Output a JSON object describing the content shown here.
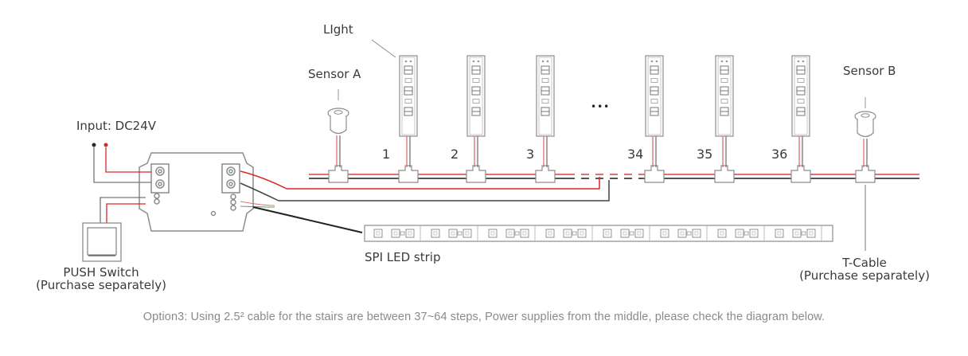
{
  "labels": {
    "light": "LIght",
    "sensor_a": "Sensor A",
    "sensor_b": "Sensor B",
    "input": "Input: DC24V",
    "push_switch_line1": "PUSH Switch",
    "push_switch_line2": "(Purchase separately)",
    "spi_strip": "SPI LED strip",
    "t_cable_line1": "T-Cable",
    "t_cable_line2": "(Purchase separately)",
    "ellipsis": "•••"
  },
  "step_lights": [
    {
      "number": "1"
    },
    {
      "number": "2"
    },
    {
      "number": "3"
    },
    {
      "number": "34"
    },
    {
      "number": "35"
    },
    {
      "number": "36"
    }
  ],
  "caption": "Option3: Using 2.5² cable for the stairs are between 37~64 steps, Power  supplies from the middle, please check the diagram below.",
  "colors": {
    "wire_red": "#d9262b",
    "wire_black": "#2b2b2b",
    "outline": "#8c8c8c",
    "caption_text": "#8a8a8a"
  }
}
